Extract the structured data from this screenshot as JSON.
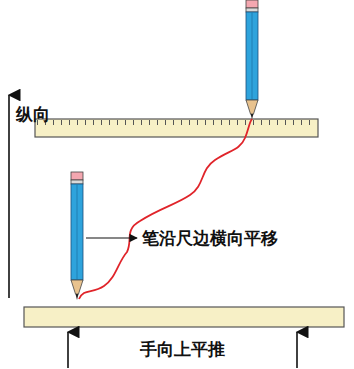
{
  "diagram": {
    "labels": [
      "纵向",
      "笔沿尺边横向平移",
      "手向上平推"
    ]
  }
}
